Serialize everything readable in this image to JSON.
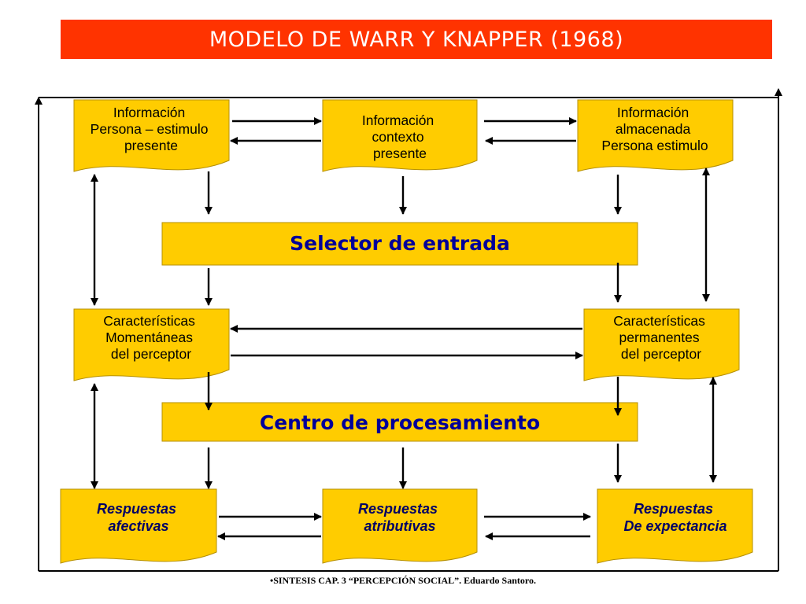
{
  "title": "MODELO DE WARR Y KNAPPER (1968)",
  "colors": {
    "title_bar": "#ff3300",
    "box_fill": "#ffcc00",
    "bar_text": "#000099",
    "response_text": "#000066"
  },
  "boxes": {
    "info_persona": [
      "Información",
      "Persona – estimulo",
      "presente"
    ],
    "info_contexto": [
      "Información",
      "contexto",
      "presente"
    ],
    "info_almacenada": [
      "Información",
      "almacenada",
      "Persona estimulo"
    ],
    "caract_momentaneas": [
      "Características",
      "Momentáneas",
      "del perceptor"
    ],
    "caract_permanentes": [
      "Características",
      "permanentes",
      "del perceptor"
    ],
    "resp_afectivas": [
      "Respuestas",
      "afectivas"
    ],
    "resp_atributivas": [
      "Respuestas",
      "atributivas"
    ],
    "resp_expectancia": [
      "Respuestas",
      "De expectancia"
    ]
  },
  "bars": {
    "selector": "Selector de entrada",
    "centro": "Centro de procesamiento"
  },
  "footer": "•SINTESIS CAP. 3 “PERCEPCIÓN SOCIAL”. Eduardo Santoro."
}
